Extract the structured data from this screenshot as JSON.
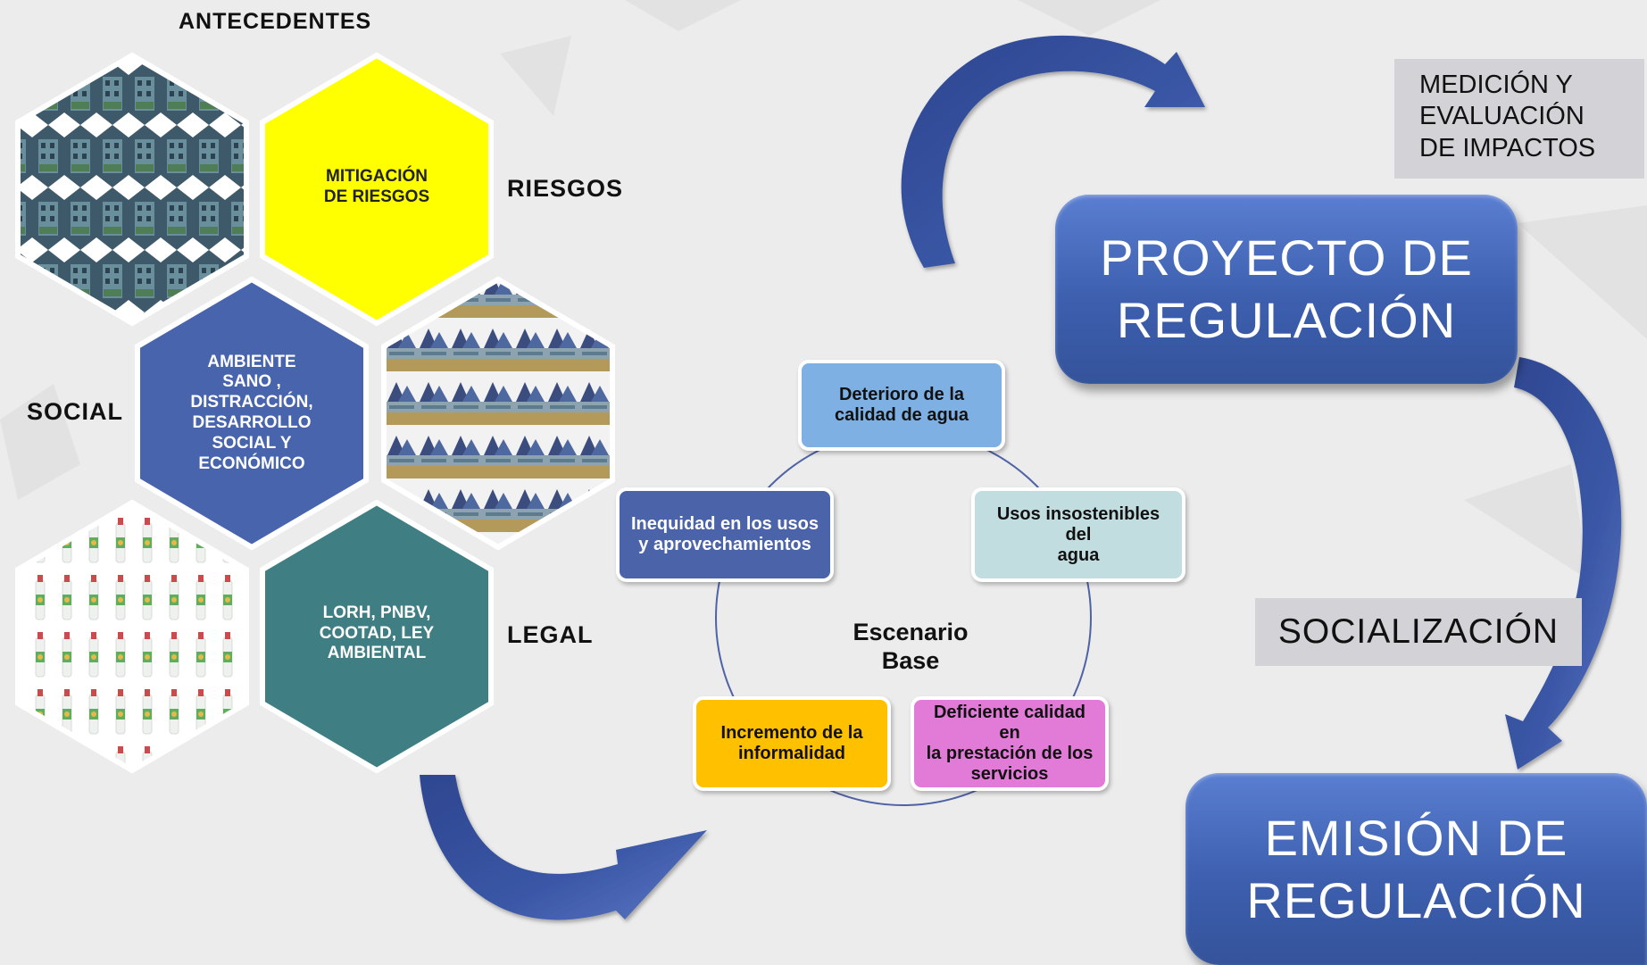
{
  "antecedentes": {
    "title": "ANTECEDENTES",
    "side_labels": {
      "riesgos": "RIESGOS",
      "social": "SOCIAL",
      "legal": "LEGAL"
    },
    "hexagons": {
      "mitigacion": {
        "text": "MITIGACIÓN\nDE RIESGOS",
        "color": "#ffff00"
      },
      "ambiente": {
        "text": "AMBIENTE\nSANO ,\nDISTRACCIÓN,\nDESARROLLO\nSOCIAL Y\nECONÓMICO",
        "color": "#4764ad"
      },
      "legal": {
        "text": "LORH, PNBV,\nCOOTAD, LEY\nAMBIENTAL",
        "color": "#3f7e83"
      }
    }
  },
  "escenario": {
    "center_label": "Escenario\nBase",
    "nodes": {
      "deterioro": {
        "text": "Deterioro de la\ncalidad de agua",
        "color": "#7eb0e4"
      },
      "usos": {
        "text": "Usos insostenibles del\nagua",
        "color": "#c2dde0"
      },
      "deficiente": {
        "text": "Deficiente  calidad en\nla prestación de los\nservicios",
        "color": "#e27bd8"
      },
      "incremento": {
        "text": "Incremento de la\ninformalidad",
        "color": "#ffc000"
      },
      "inequidad": {
        "text": "Inequidad en los usos\ny aprovechamientos",
        "color": "#4a63a9"
      }
    }
  },
  "regulacion": {
    "medicion": "MEDICIÓN Y\nEVALUACIÓN\nDE IMPACTOS",
    "proyecto": "PROYECTO DE\nREGULACIÓN",
    "socializacion": "SOCIALIZACIÓN",
    "emision": "EMISIÓN DE\nREGULACIÓN"
  }
}
